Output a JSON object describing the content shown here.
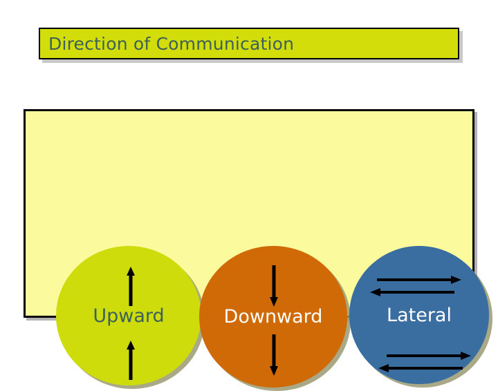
{
  "slide": {
    "title": "Direction of Communication",
    "title_bg": "#d2dd0a",
    "title_text_color": "#3d6158",
    "content_bg": "#fbfb9e",
    "border_color": "#000000"
  },
  "diagram": {
    "type": "overlapping-circles",
    "nodes": [
      {
        "id": "upward",
        "label": "Upward",
        "fill": "#cedc0c",
        "text_color": "#3d6158",
        "arrows": [
          {
            "name": "arrow-up-top",
            "direction": "up",
            "position": "above-label"
          },
          {
            "name": "arrow-up-bottom",
            "direction": "up",
            "position": "below-label"
          }
        ]
      },
      {
        "id": "downward",
        "label": "Downward",
        "fill": "#cf6a06",
        "text_color": "#ffffff",
        "arrows": [
          {
            "name": "arrow-down-top",
            "direction": "down",
            "position": "above-label"
          },
          {
            "name": "arrow-down-bottom",
            "direction": "down",
            "position": "below-label"
          }
        ]
      },
      {
        "id": "lateral",
        "label": "Lateral",
        "fill": "#3a6da0",
        "text_color": "#ffffff",
        "arrows": [
          {
            "name": "arrow-right-top",
            "direction": "right",
            "position": "above-label"
          },
          {
            "name": "arrow-left-top",
            "direction": "left",
            "position": "above-label"
          },
          {
            "name": "arrow-right-bottom",
            "direction": "right",
            "position": "below-label"
          },
          {
            "name": "arrow-left-bottom",
            "direction": "left",
            "position": "below-label"
          }
        ]
      }
    ],
    "arrow_color": "#000000"
  }
}
